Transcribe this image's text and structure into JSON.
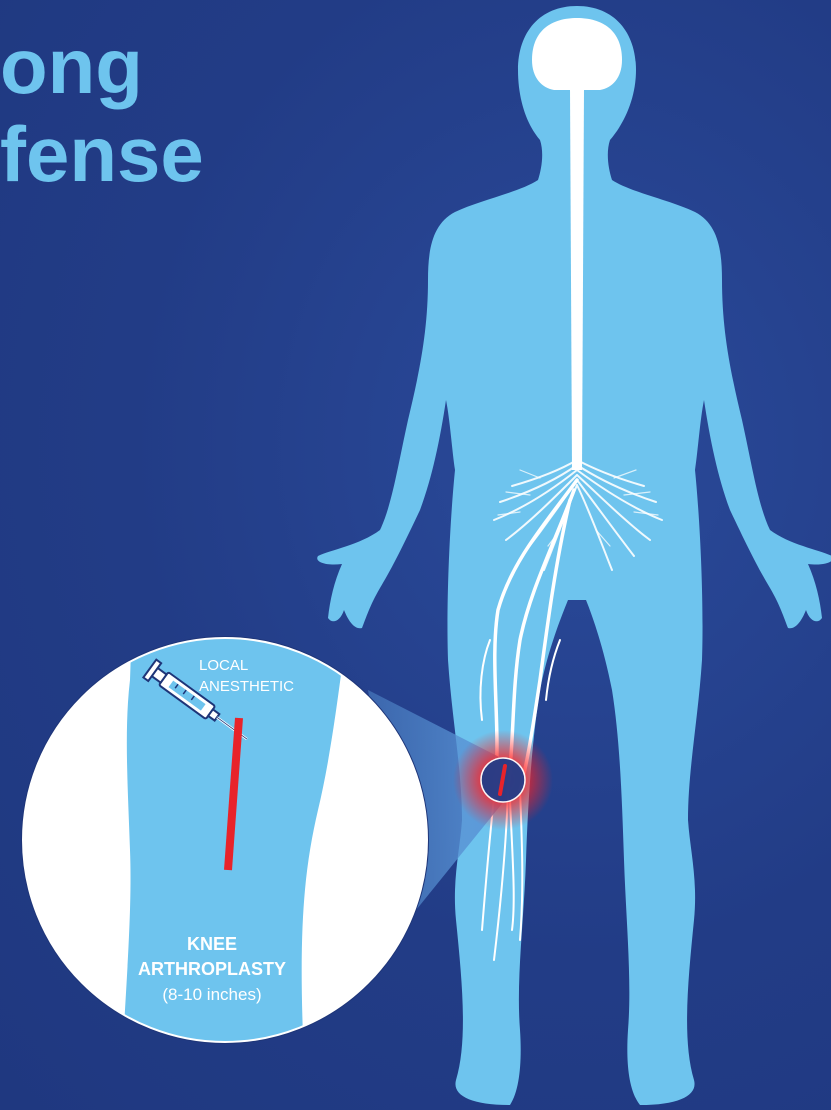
{
  "headline": {
    "line1": "ong",
    "line2": "fense"
  },
  "callout": {
    "syringe_label_line1": "LOCAL",
    "syringe_label_line2": "ANESTHETIC",
    "procedure_line1": "KNEE",
    "procedure_line2": "ARTHROPLASTY",
    "incision_length": "(8-10 inches)"
  },
  "colors": {
    "background": "#233d88",
    "body": "#6ec4ee",
    "nerves": "#ffffff",
    "incision": "#e8232a",
    "highlight": "#ff3030"
  }
}
